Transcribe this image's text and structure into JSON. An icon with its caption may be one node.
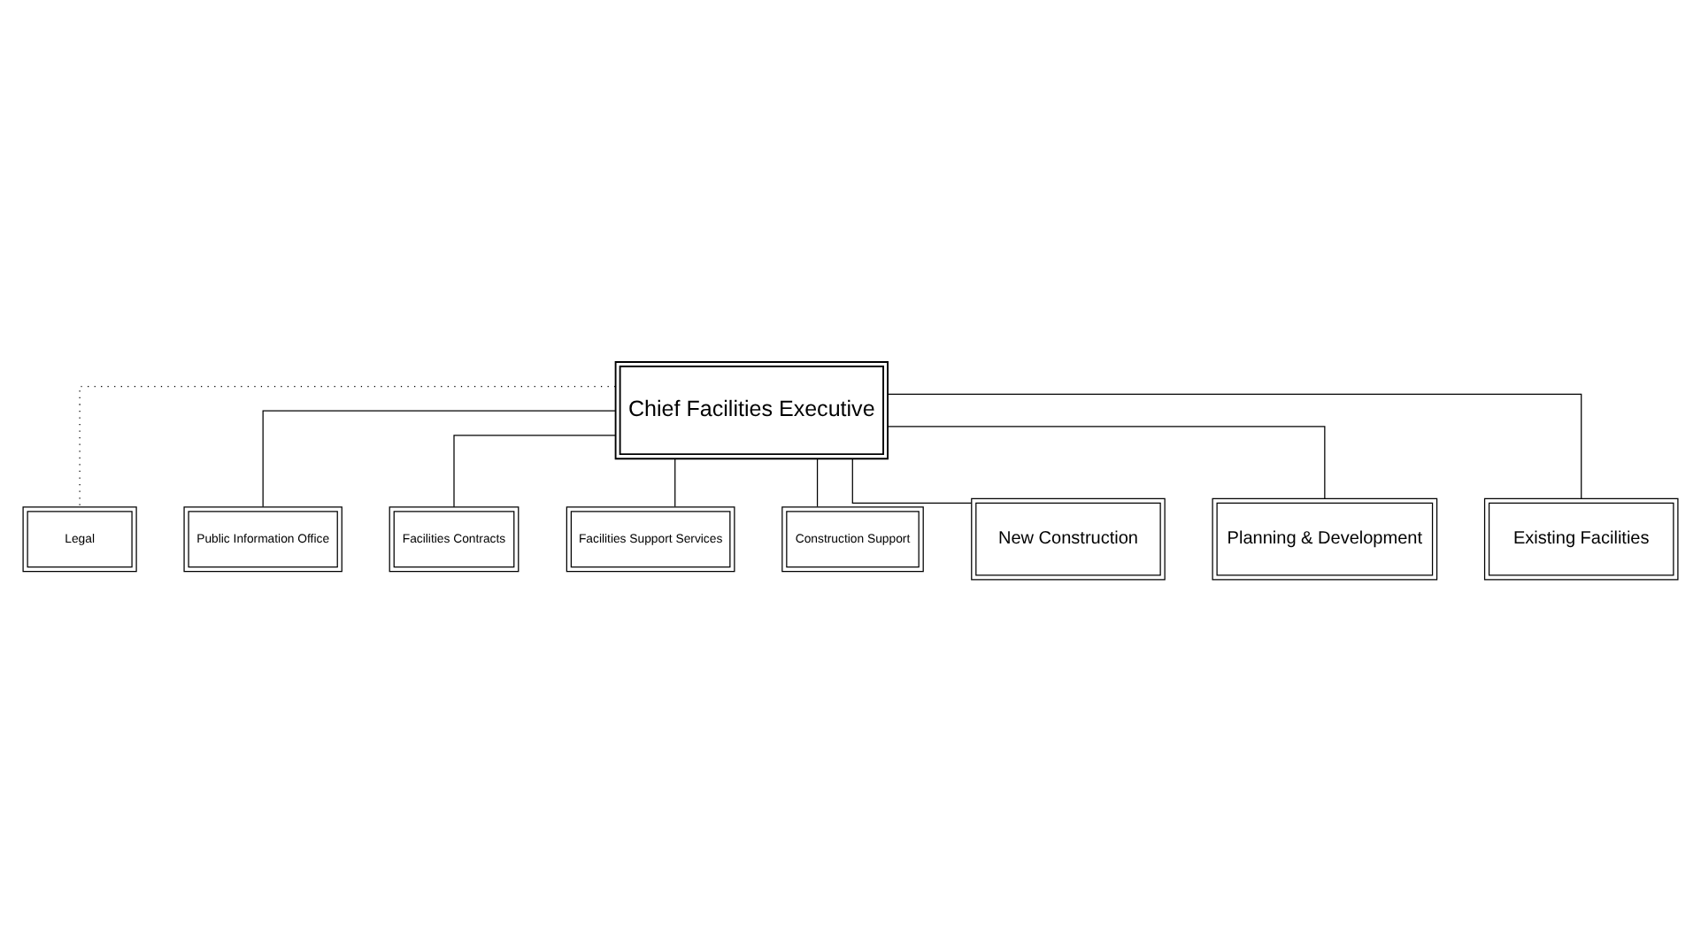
{
  "diagram": {
    "nodes": [
      {
        "text": [
          "Chief Facilities Executive"
        ]
      },
      {
        "text": [
          "Legal"
        ]
      },
      {
        "text": [
          "Public Information Office"
        ]
      },
      {
        "text": [
          "Facilities Contracts"
        ]
      },
      {
        "text": [
          "Facilities Support Services"
        ]
      },
      {
        "text": [
          "Construction Support"
        ]
      },
      {
        "text": [
          "New Construction"
        ]
      },
      {
        "text": [
          "Planning & Development"
        ]
      },
      {
        "text": [
          "Existing Facilities"
        ]
      }
    ],
    "edges": [
      {
        "from": 0,
        "to": 1,
        "arrow": "none",
        "style": "dashed"
      },
      {
        "from": 0,
        "to": 2,
        "arrow": "none"
      },
      {
        "from": 0,
        "to": 3,
        "arrow": "none"
      },
      {
        "from": 0,
        "to": 4,
        "arrow": "none"
      },
      {
        "from": 0,
        "to": 5,
        "arrow": "none"
      },
      {
        "from": 0,
        "to": 6,
        "arrow": "none"
      },
      {
        "from": 0,
        "to": 7,
        "arrow": "none"
      },
      {
        "from": 0,
        "to": 8,
        "arrow": "none"
      }
    ]
  }
}
